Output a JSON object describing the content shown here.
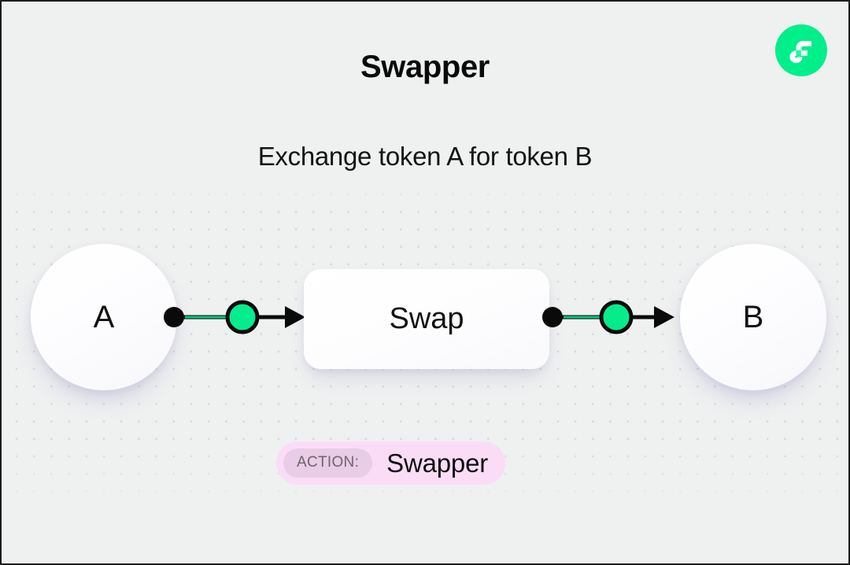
{
  "brand": {
    "logo_icon": "flow-logo-icon",
    "logo_color": "#00EF8B",
    "logo_mark_color": "#FFFFFF"
  },
  "header": {
    "title": "Swapper",
    "subtitle": "Exchange token A for token B"
  },
  "diagram": {
    "type": "flow",
    "background": "#EFF0F0",
    "accent_color": "#00EF8B",
    "nodes": [
      {
        "id": "token-a",
        "label": "A",
        "shape": "circle"
      },
      {
        "id": "swap",
        "label": "Swap",
        "shape": "rounded-rect"
      },
      {
        "id": "token-b",
        "label": "B",
        "shape": "circle"
      }
    ],
    "edges": [
      {
        "from": "token-a",
        "to": "swap",
        "marker": "green-dot",
        "arrow": "filled-triangle"
      },
      {
        "from": "swap",
        "to": "token-b",
        "marker": "green-dot",
        "arrow": "filled-triangle"
      }
    ]
  },
  "action_badge": {
    "key_label": "ACTION:",
    "value_label": "Swapper",
    "pill_color": "#FBDCF7",
    "key_pill_color": "#E9CCE6"
  }
}
